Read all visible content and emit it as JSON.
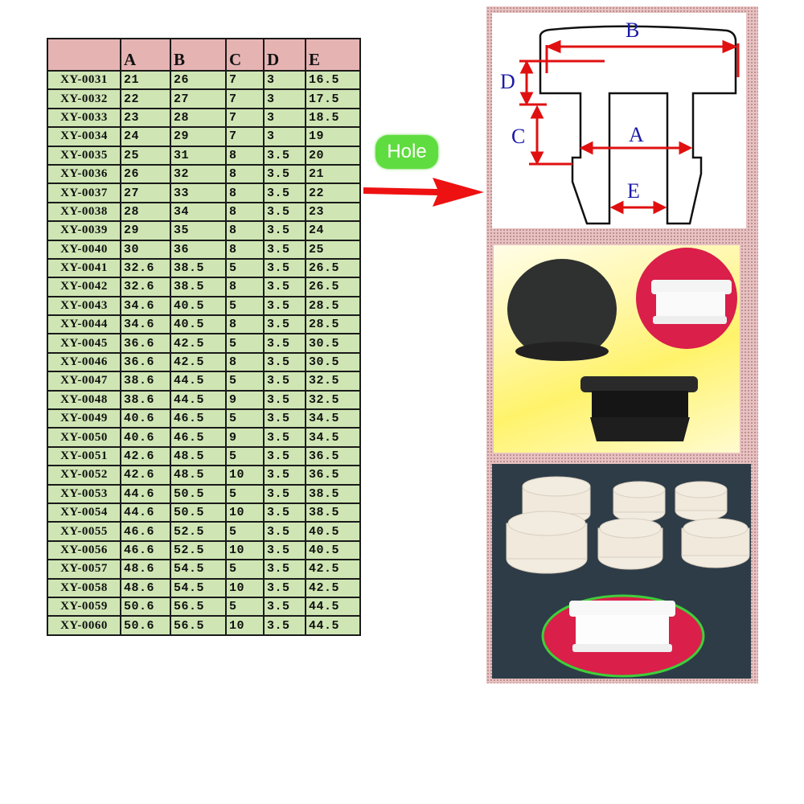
{
  "table": {
    "headers": [
      "",
      "A",
      "B",
      "C",
      "D",
      "E"
    ],
    "rows": [
      [
        "XY-0031",
        "21",
        "26",
        "7",
        "3",
        "16.5"
      ],
      [
        "XY-0032",
        "22",
        "27",
        "7",
        "3",
        "17.5"
      ],
      [
        "XY-0033",
        "23",
        "28",
        "7",
        "3",
        "18.5"
      ],
      [
        "XY-0034",
        "24",
        "29",
        "7",
        "3",
        "19"
      ],
      [
        "XY-0035",
        "25",
        "31",
        "8",
        "3.5",
        "20"
      ],
      [
        "XY-0036",
        "26",
        "32",
        "8",
        "3.5",
        "21"
      ],
      [
        "XY-0037",
        "27",
        "33",
        "8",
        "3.5",
        "22"
      ],
      [
        "XY-0038",
        "28",
        "34",
        "8",
        "3.5",
        "23"
      ],
      [
        "XY-0039",
        "29",
        "35",
        "8",
        "3.5",
        "24"
      ],
      [
        "XY-0040",
        "30",
        "36",
        "8",
        "3.5",
        "25"
      ],
      [
        "XY-0041",
        "32.6",
        "38.5",
        "5",
        "3.5",
        "26.5"
      ],
      [
        "XY-0042",
        "32.6",
        "38.5",
        "8",
        "3.5",
        "26.5"
      ],
      [
        "XY-0043",
        "34.6",
        "40.5",
        "5",
        "3.5",
        "28.5"
      ],
      [
        "XY-0044",
        "34.6",
        "40.5",
        "8",
        "3.5",
        "28.5"
      ],
      [
        "XY-0045",
        "36.6",
        "42.5",
        "5",
        "3.5",
        "30.5"
      ],
      [
        "XY-0046",
        "36.6",
        "42.5",
        "8",
        "3.5",
        "30.5"
      ],
      [
        "XY-0047",
        "38.6",
        "44.5",
        "5",
        "3.5",
        "32.5"
      ],
      [
        "XY-0048",
        "38.6",
        "44.5",
        "9",
        "3.5",
        "32.5"
      ],
      [
        "XY-0049",
        "40.6",
        "46.5",
        "5",
        "3.5",
        "34.5"
      ],
      [
        "XY-0050",
        "40.6",
        "46.5",
        "9",
        "3.5",
        "34.5"
      ],
      [
        "XY-0051",
        "42.6",
        "48.5",
        "5",
        "3.5",
        "36.5"
      ],
      [
        "XY-0052",
        "42.6",
        "48.5",
        "10",
        "3.5",
        "36.5"
      ],
      [
        "XY-0053",
        "44.6",
        "50.5",
        "5",
        "3.5",
        "38.5"
      ],
      [
        "XY-0054",
        "44.6",
        "50.5",
        "10",
        "3.5",
        "38.5"
      ],
      [
        "XY-0055",
        "46.6",
        "52.5",
        "5",
        "3.5",
        "40.5"
      ],
      [
        "XY-0056",
        "46.6",
        "52.5",
        "10",
        "3.5",
        "40.5"
      ],
      [
        "XY-0057",
        "48.6",
        "54.5",
        "5",
        "3.5",
        "42.5"
      ],
      [
        "XY-0058",
        "48.6",
        "54.5",
        "10",
        "3.5",
        "42.5"
      ],
      [
        "XY-0059",
        "50.6",
        "56.5",
        "5",
        "3.5",
        "44.5"
      ],
      [
        "XY-0060",
        "50.6",
        "56.5",
        "10",
        "3.5",
        "44.5"
      ]
    ]
  },
  "badge": {
    "label": "Hole"
  },
  "diagram": {
    "labels": {
      "A": "A",
      "B": "B",
      "C": "C",
      "D": "D",
      "E": "E"
    },
    "colors": {
      "dimension": "#e01010",
      "label": "#1a1aa8",
      "outline": "#111111"
    }
  },
  "colors": {
    "header_bg": "#e6b3b3",
    "row_bg": "#cfe6b4",
    "badge_bg": "#5fdc3f",
    "arrow": "#ee1111"
  }
}
